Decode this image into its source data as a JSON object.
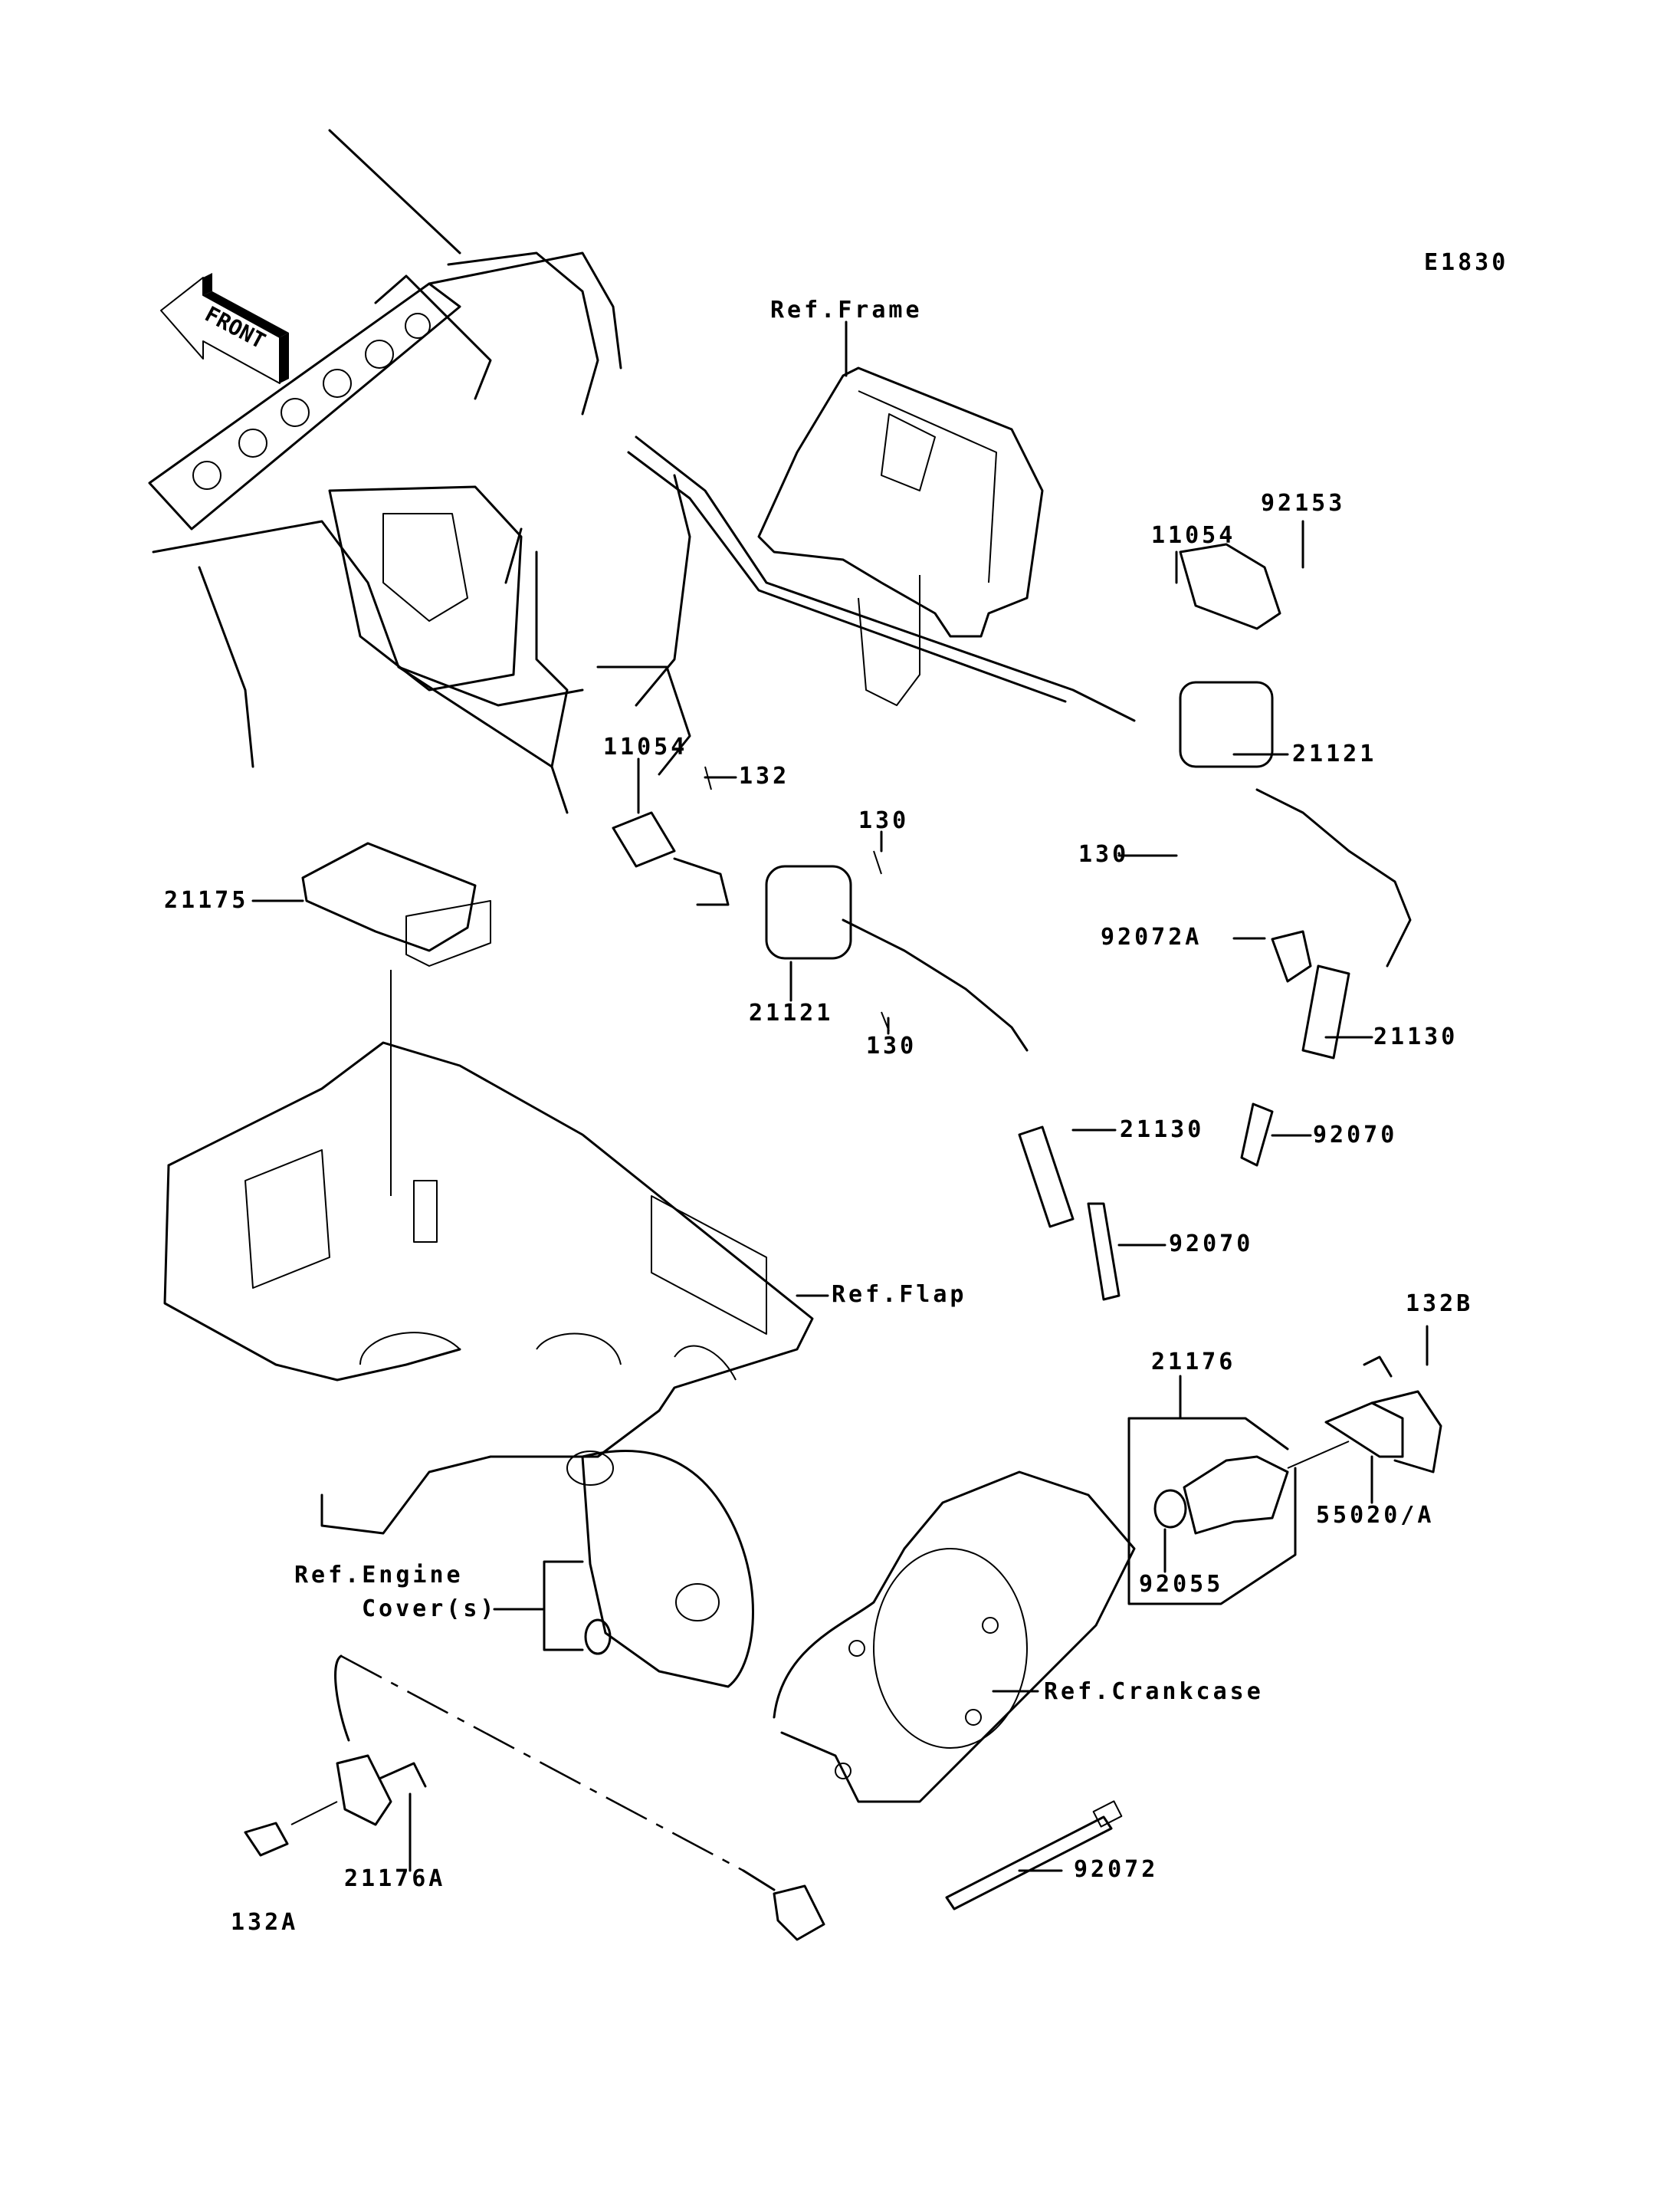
{
  "diagram": {
    "figure_id": "E1830",
    "orientation_marker": {
      "label": "FRONT",
      "icon": "front-arrow-icon",
      "direction": "left"
    },
    "references": [
      {
        "id": "ref-frame",
        "label": "Ref.Frame"
      },
      {
        "id": "ref-flap",
        "label": "Ref.Flap"
      },
      {
        "id": "ref-engine-cover",
        "label_line1": "Ref.Engine",
        "label_line2": "Cover(s)"
      },
      {
        "id": "ref-crankcase",
        "label": "Ref.Crankcase"
      }
    ],
    "callouts": [
      {
        "part": "92153"
      },
      {
        "part": "11054"
      },
      {
        "part": "21121"
      },
      {
        "part": "130"
      },
      {
        "part": "92072A"
      },
      {
        "part": "21130"
      },
      {
        "part": "92070"
      },
      {
        "part": "11054"
      },
      {
        "part": "132"
      },
      {
        "part": "130"
      },
      {
        "part": "21175"
      },
      {
        "part": "21121"
      },
      {
        "part": "130"
      },
      {
        "part": "21130"
      },
      {
        "part": "92070"
      },
      {
        "part": "132B"
      },
      {
        "part": "21176"
      },
      {
        "part": "55020/A"
      },
      {
        "part": "92055"
      },
      {
        "part": "92072"
      },
      {
        "part": "21176A"
      },
      {
        "part": "132A"
      }
    ]
  }
}
